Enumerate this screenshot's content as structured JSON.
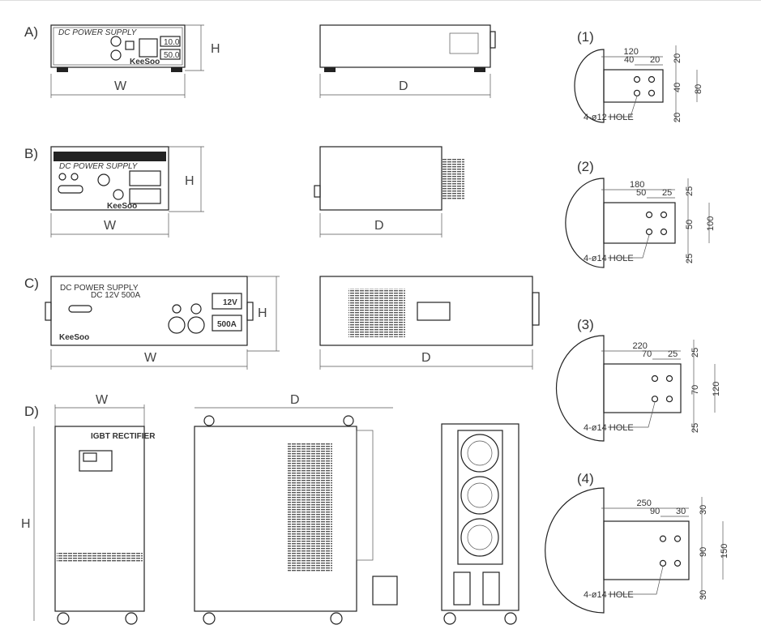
{
  "models": [
    {
      "label": "A)",
      "width_label": "W",
      "height_label": "H",
      "depth_label": "D",
      "panel_title": "DC POWER SUPPLY",
      "display1": "10.0",
      "display2": "50.0",
      "brand": "KeeSoo"
    },
    {
      "label": "B)",
      "width_label": "W",
      "height_label": "H",
      "depth_label": "D",
      "panel_title": "DC POWER SUPPLY",
      "brand": "KeeSoo"
    },
    {
      "label": "C)",
      "width_label": "W",
      "height_label": "H",
      "depth_label": "D",
      "panel_title": "DC POWER SUPPLY",
      "panel_subtitle": "DC 12V 500A",
      "display1": "12V",
      "display2": "500A",
      "brand": "KeeSoo"
    },
    {
      "label": "D)",
      "width_label": "W",
      "height_label": "H",
      "depth_label": "D",
      "panel_title": "IGBT RECTIFIER"
    }
  ],
  "flanges": [
    {
      "label": "(1)",
      "length": "120",
      "pitch_x": "40",
      "edge_x": "20",
      "edge_top": "20",
      "pitch_y": "40",
      "height": "80",
      "edge_bottom": "20",
      "hole": "4-ø12 HOLE"
    },
    {
      "label": "(2)",
      "length": "180",
      "pitch_x": "50",
      "edge_x": "25",
      "edge_top": "25",
      "pitch_y": "50",
      "height": "100",
      "edge_bottom": "25",
      "hole": "4-ø14 HOLE"
    },
    {
      "label": "(3)",
      "length": "220",
      "pitch_x": "70",
      "edge_x": "25",
      "edge_top": "25",
      "pitch_y": "70",
      "height": "120",
      "edge_bottom": "25",
      "hole": "4-ø14 HOLE"
    },
    {
      "label": "(4)",
      "length": "250",
      "pitch_x": "90",
      "edge_x": "30",
      "edge_top": "30",
      "pitch_y": "90",
      "height": "150",
      "edge_bottom": "30",
      "hole": "4-ø14 HOLE"
    }
  ]
}
